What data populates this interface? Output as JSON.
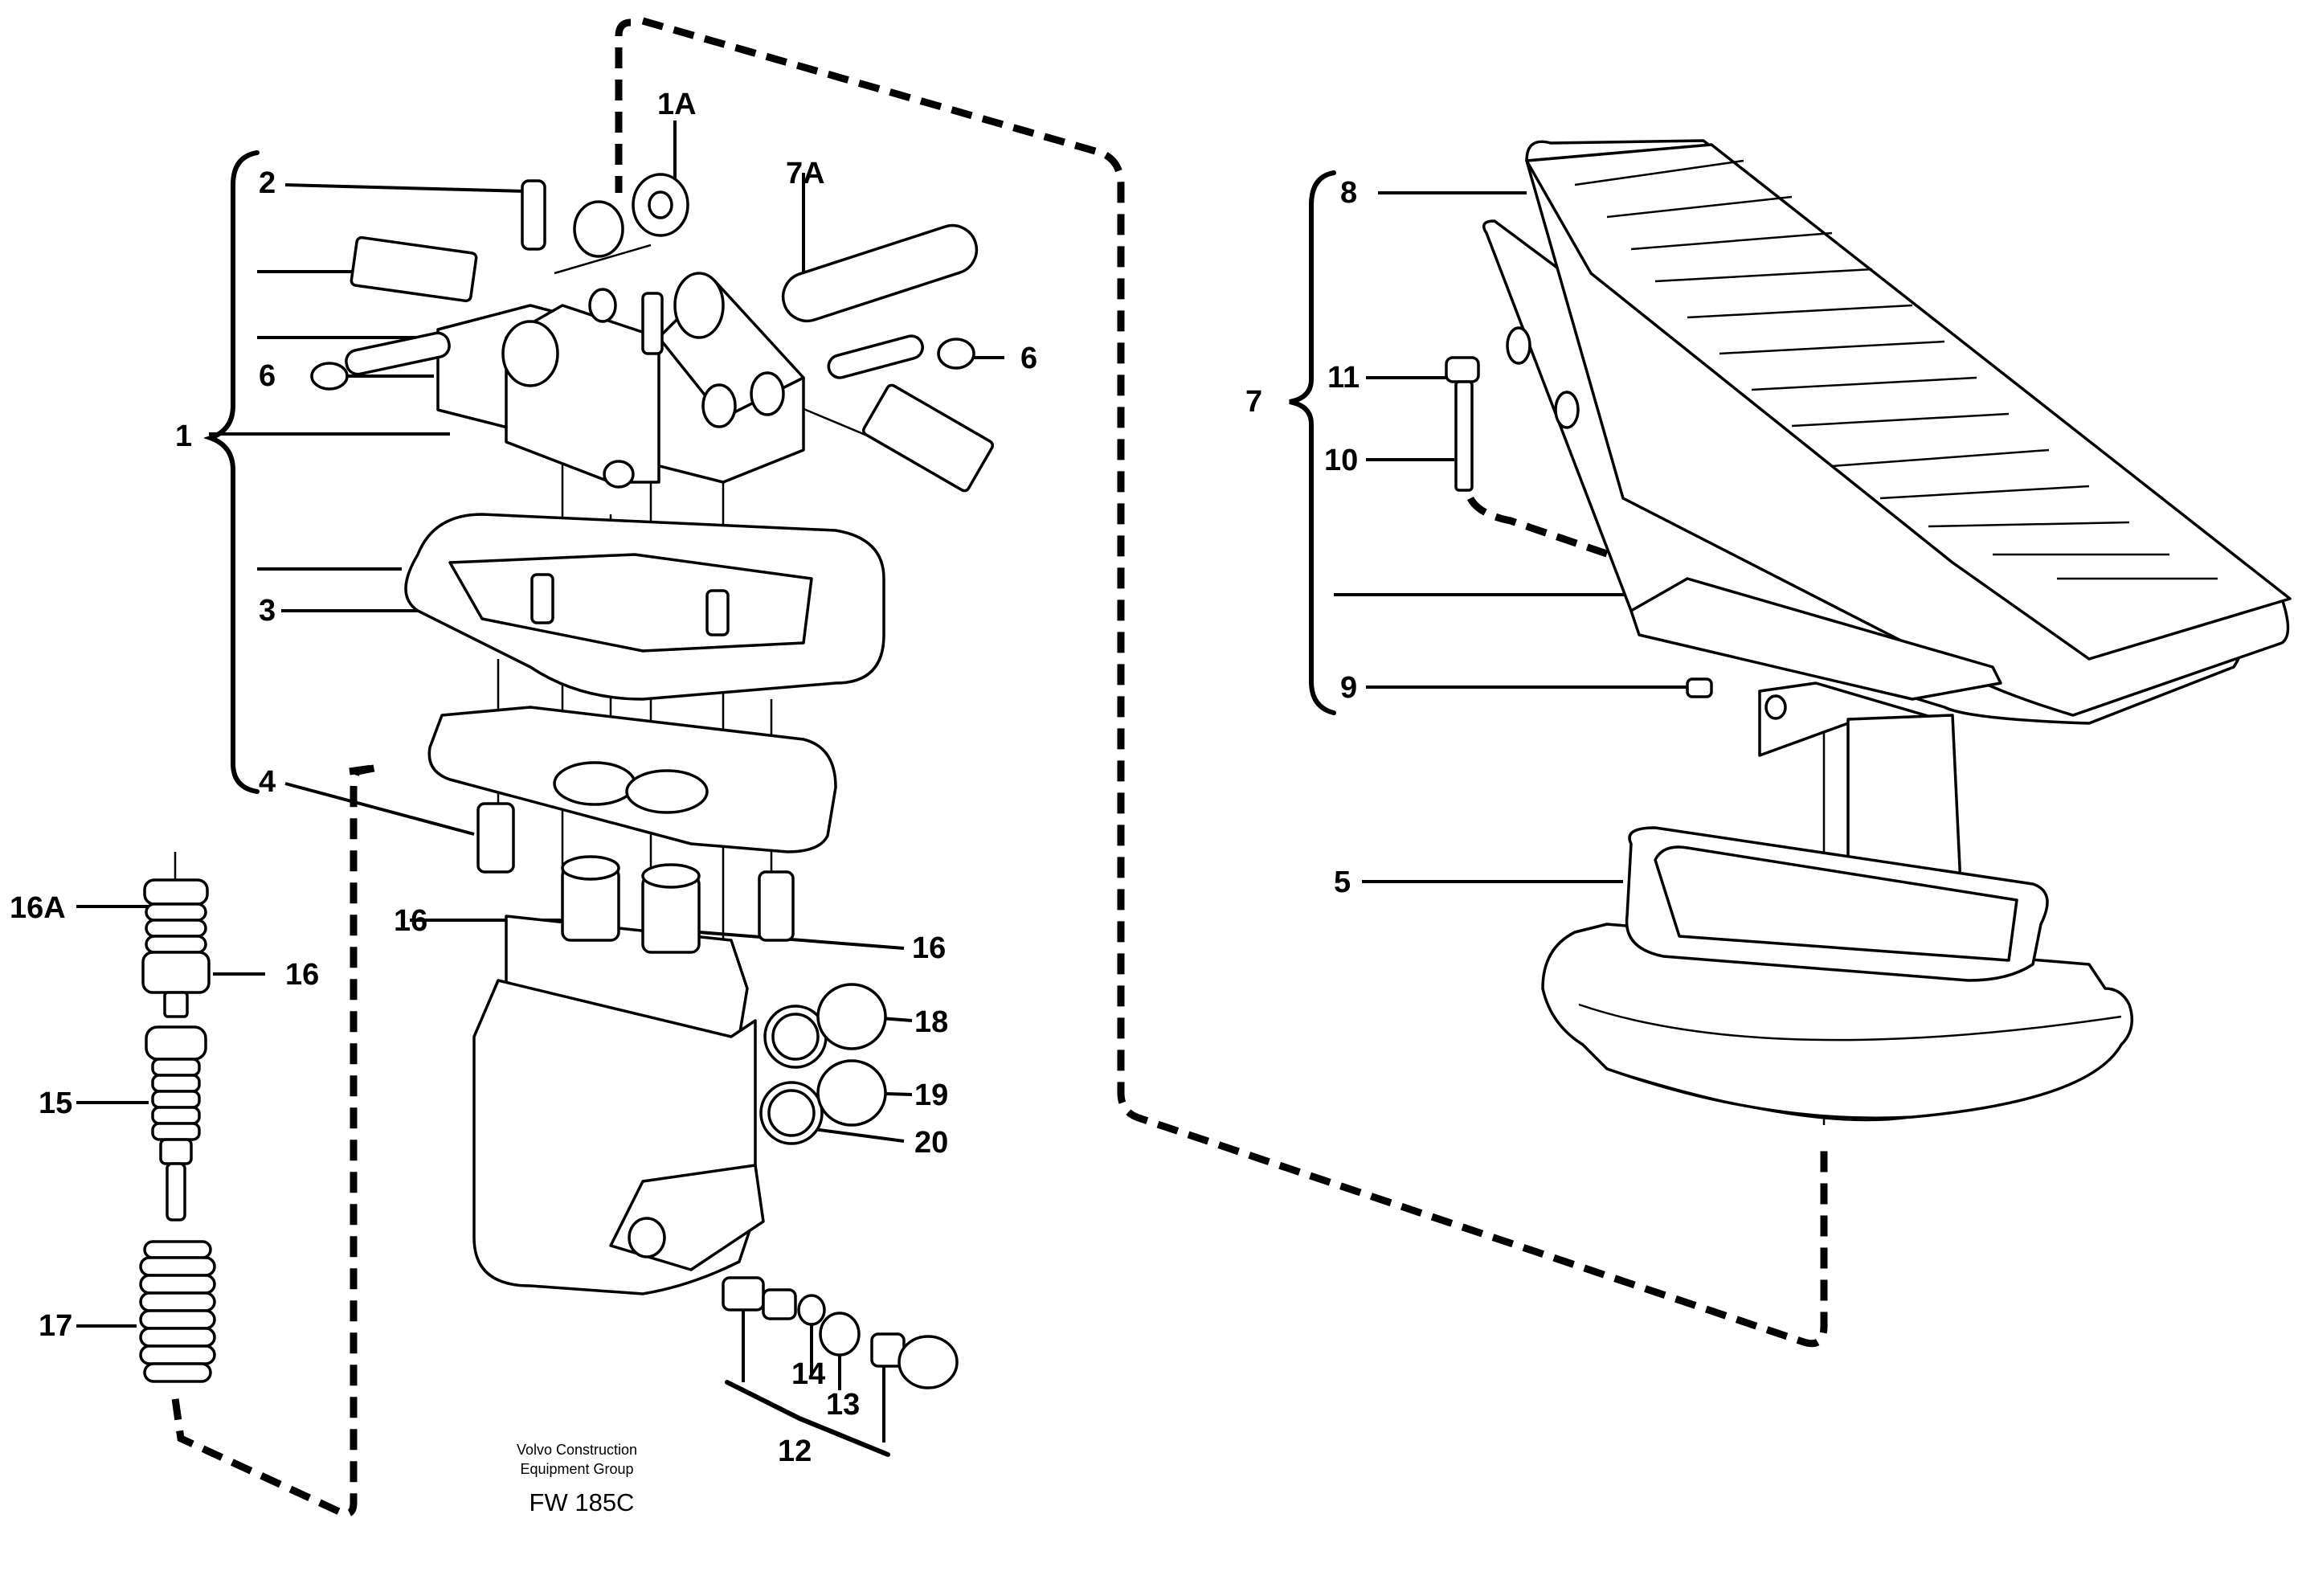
{
  "labels": {
    "l1": "1",
    "l1a": "1A",
    "l2": "2",
    "l3": "3",
    "l4": "4",
    "l5": "5",
    "l6a": "6",
    "l6b": "6",
    "l7": "7",
    "l7a": "7A",
    "l8": "8",
    "l9": "9",
    "l10": "10",
    "l11": "11",
    "l12": "12",
    "l13": "13",
    "l14": "14",
    "l15": "15",
    "l16a": "16",
    "l16b": "16",
    "l16c": "16",
    "l16A": "16A",
    "l17": "17",
    "l18": "18",
    "l19": "19",
    "l20": "20"
  },
  "credit": {
    "line1": "Volvo Construction",
    "line2": "Equipment Group",
    "code": "FW 185C"
  }
}
